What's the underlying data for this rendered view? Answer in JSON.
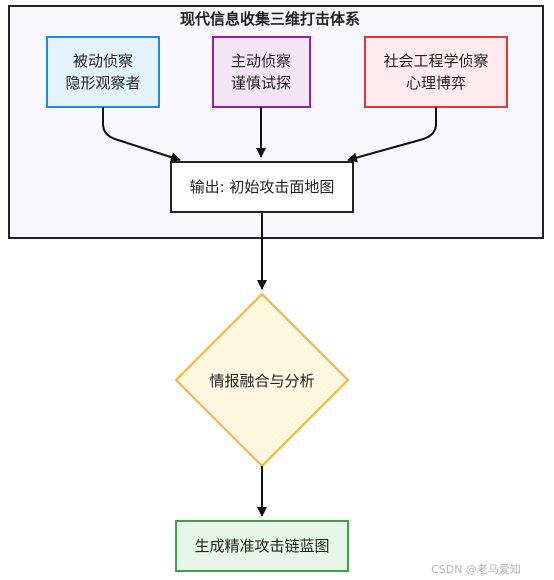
{
  "diagram": {
    "container_title": "现代信息收集三维打击体系",
    "recon": [
      {
        "line1": "被动侦察",
        "line2": "隐形观察者",
        "fill": "#e3f2fd",
        "stroke": "#1e88e5"
      },
      {
        "line1": "主动侦察",
        "line2": "谨慎试探",
        "fill": "#f3e5f5",
        "stroke": "#8e24aa"
      },
      {
        "line1": "社会工程学侦察",
        "line2": "心理博弈",
        "fill": "#ffebee",
        "stroke": "#e53935"
      }
    ],
    "output_label": "输出: 初始攻击面地图",
    "fusion_label": "情报融合与分析",
    "fusion_fill": "#fff8e1",
    "fusion_stroke": "#f9b233",
    "result_label": "生成精准攻击链蓝图",
    "result_fill": "#e8f5e9",
    "result_stroke": "#43a047",
    "container_fill": "#f8f8fc",
    "container_stroke": "#222222"
  },
  "watermark": "CSDN @老马爱知"
}
